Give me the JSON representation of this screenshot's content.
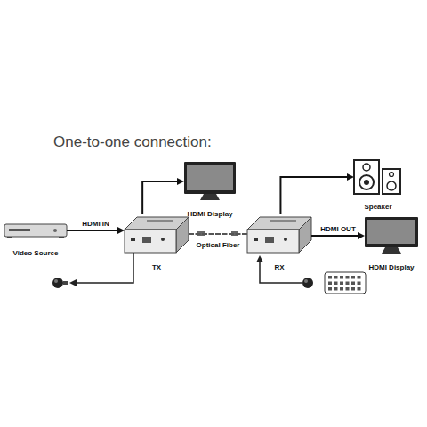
{
  "diagram": {
    "title": "One-to-one connection:",
    "nodes": [
      {
        "text": [
          "Video Source"
        ]
      },
      {
        "text": [
          "TX"
        ]
      },
      {
        "text": [
          "HDMI Display"
        ]
      },
      {
        "text": [
          "RX"
        ]
      },
      {
        "text": [
          "Speaker"
        ]
      },
      {
        "text": [
          "HDMI Display"
        ]
      }
    ],
    "edges": [
      {
        "from": 0,
        "to": 1,
        "label": "HDMI IN",
        "arrow": "to"
      },
      {
        "from": 1,
        "to": 2,
        "arrow": "to"
      },
      {
        "from": 1,
        "to": 3,
        "label": "Optical Fiber",
        "arrow": "none"
      },
      {
        "from": 3,
        "to": 4,
        "arrow": "to"
      },
      {
        "from": 3,
        "to": 5,
        "label": "HDMI OUT",
        "arrow": "to"
      }
    ]
  }
}
